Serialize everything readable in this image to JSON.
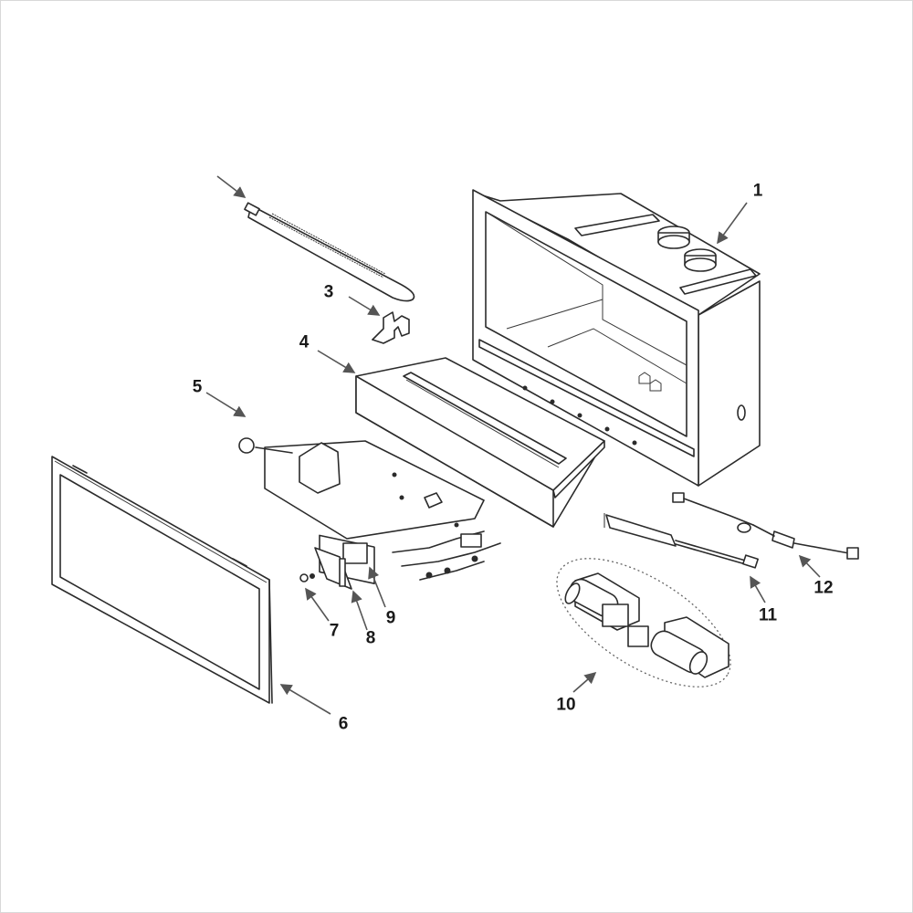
{
  "diagram": {
    "type": "exploded-parts-diagram",
    "subject": "fireplace insert assembly",
    "colors": {
      "line": "#2b2b2b",
      "arrow": "#555555",
      "background": "#ffffff"
    },
    "parts": [
      {
        "id": "1",
        "label": "1",
        "name": "firebox"
      },
      {
        "id": "2",
        "label": "",
        "name": "burner tube"
      },
      {
        "id": "3",
        "label": "3",
        "name": "bracket"
      },
      {
        "id": "4",
        "label": "4",
        "name": "burner tray"
      },
      {
        "id": "5",
        "label": "5",
        "name": "valve and control assembly"
      },
      {
        "id": "6",
        "label": "6",
        "name": "glass door"
      },
      {
        "id": "7",
        "label": "7",
        "name": "knob"
      },
      {
        "id": "8",
        "label": "8",
        "name": "mounting bracket"
      },
      {
        "id": "9",
        "label": "9",
        "name": "receiver module"
      },
      {
        "id": "10",
        "label": "10",
        "name": "blower assembly"
      },
      {
        "id": "11",
        "label": "11",
        "name": "wiring harness"
      },
      {
        "id": "12",
        "label": "12",
        "name": "power cord"
      }
    ]
  }
}
